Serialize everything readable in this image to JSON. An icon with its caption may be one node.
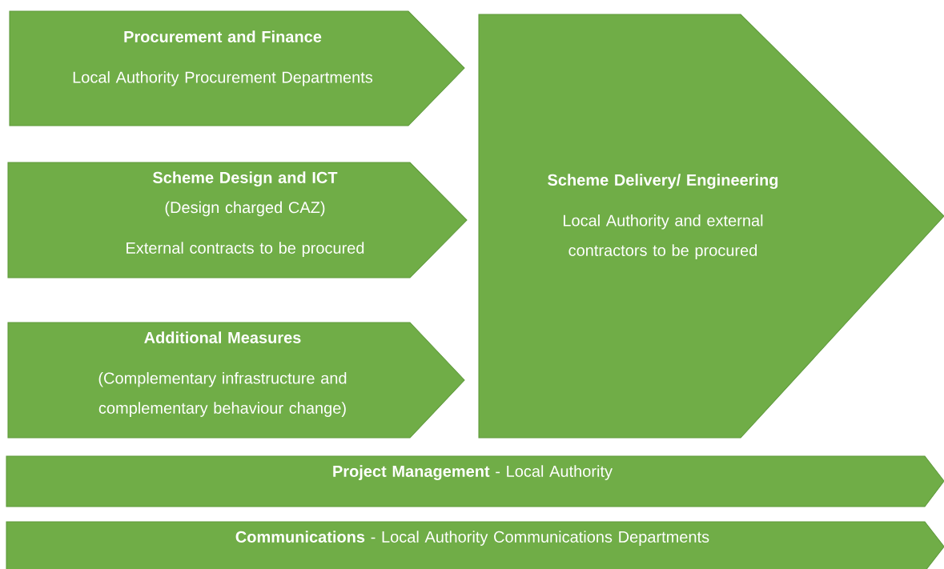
{
  "diagram": {
    "nodes": [
      {
        "text": [
          "Procurement and Finance",
          "Local Authority Procurement Departments"
        ]
      },
      {
        "text": [
          "Scheme Design and ICT",
          "(Design charged CAZ)",
          "External contracts to be procured"
        ]
      },
      {
        "text": [
          "Additional Measures",
          "(Complementary infrastructure and complementary behaviour change)"
        ]
      },
      {
        "text": [
          "Scheme Delivery/ Engineering",
          "Local Authority and external contractors to be procured"
        ]
      },
      {
        "text": [
          "**Project Management** - Local Authority"
        ]
      },
      {
        "text": [
          "**Communications** - Local Authority Communications Departments"
        ]
      }
    ]
  }
}
